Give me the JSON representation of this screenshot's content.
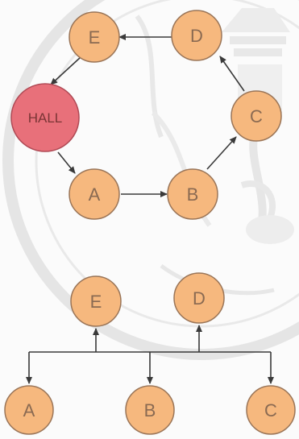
{
  "colors": {
    "node_fill": "#f6b87e",
    "node_stroke": "#9a7558",
    "hall_fill": "#e8707a",
    "hall_stroke": "#b04a55",
    "arrow": "#3a3a3a",
    "watermark": "#d9d9d9"
  },
  "cycle_diagram": {
    "hall_label": "HALL",
    "e_label": "E",
    "d_label": "D",
    "c_label": "C",
    "b_label": "B",
    "a_label": "A"
  },
  "tree_diagram": {
    "e_label": "E",
    "d_label": "D",
    "a_label": "A",
    "b_label": "B",
    "c_label": "C"
  },
  "watermark": {
    "kind": "university-seal"
  }
}
